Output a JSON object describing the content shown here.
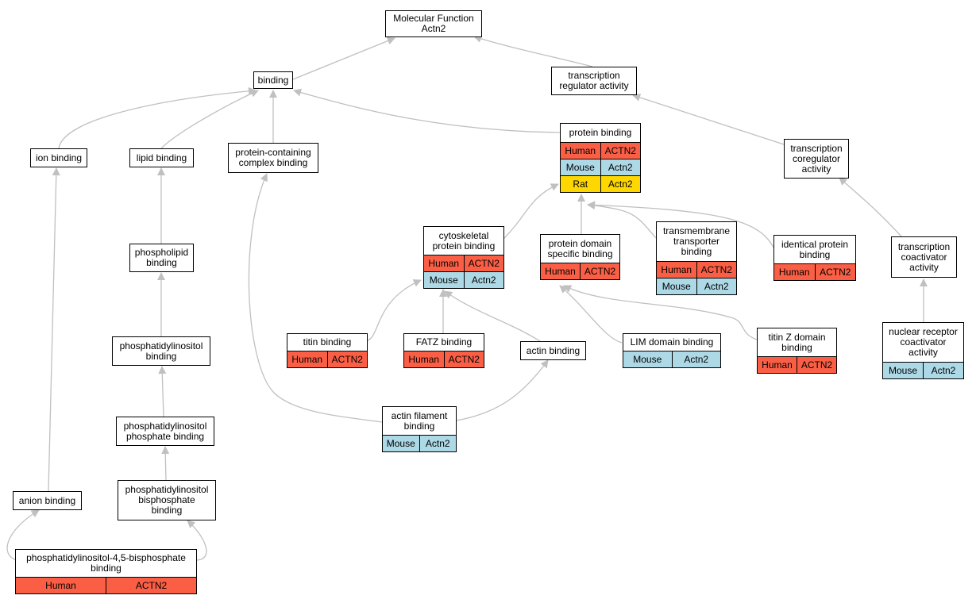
{
  "colors": {
    "Human": "#fa5f46",
    "Mouse": "#add8e6",
    "Rat": "#ffd700",
    "edge": "#c0c0c0"
  },
  "nodes": {
    "mf": {
      "title": "Molecular Function\nActn2",
      "rows": []
    },
    "binding": {
      "title": "binding",
      "rows": []
    },
    "tra": {
      "title": "transcription\nregulator activity",
      "rows": []
    },
    "ion": {
      "title": "ion binding",
      "rows": []
    },
    "lipid": {
      "title": "lipid binding",
      "rows": []
    },
    "pccb": {
      "title": "protein-containing\ncomplex binding",
      "rows": []
    },
    "pb": {
      "title": "protein binding",
      "rows": [
        {
          "species": "Human",
          "gene": "ACTN2"
        },
        {
          "species": "Mouse",
          "gene": "Actn2"
        },
        {
          "species": "Rat",
          "gene": "Actn2"
        }
      ]
    },
    "tcoreg": {
      "title": "transcription\ncoregulator\nactivity",
      "rows": []
    },
    "cyto": {
      "title": "cytoskeletal\nprotein binding",
      "rows": [
        {
          "species": "Human",
          "gene": "ACTN2"
        },
        {
          "species": "Mouse",
          "gene": "Actn2"
        }
      ]
    },
    "pdsb": {
      "title": "protein domain\nspecific binding",
      "rows": [
        {
          "species": "Human",
          "gene": "ACTN2"
        }
      ]
    },
    "tmtb": {
      "title": "transmembrane\ntransporter\nbinding",
      "rows": [
        {
          "species": "Human",
          "gene": "ACTN2"
        },
        {
          "species": "Mouse",
          "gene": "Actn2"
        }
      ]
    },
    "ipb": {
      "title": "identical protein\nbinding",
      "rows": [
        {
          "species": "Human",
          "gene": "ACTN2"
        }
      ]
    },
    "tcoact": {
      "title": "transcription\ncoactivator\nactivity",
      "rows": []
    },
    "phospholipid": {
      "title": "phospholipid\nbinding",
      "rows": []
    },
    "pib": {
      "title": "phosphatidylinositol\nbinding",
      "rows": []
    },
    "titin": {
      "title": "titin binding",
      "rows": [
        {
          "species": "Human",
          "gene": "ACTN2"
        }
      ]
    },
    "fatz": {
      "title": "FATZ binding",
      "rows": [
        {
          "species": "Human",
          "gene": "ACTN2"
        }
      ]
    },
    "actin": {
      "title": "actin binding",
      "rows": []
    },
    "lim": {
      "title": "LIM domain binding",
      "rows": [
        {
          "species": "Mouse",
          "gene": "Actn2"
        }
      ]
    },
    "titinz": {
      "title": "titin Z domain\nbinding",
      "rows": [
        {
          "species": "Human",
          "gene": "ACTN2"
        }
      ]
    },
    "nrca": {
      "title": "nuclear receptor\ncoactivator\nactivity",
      "rows": [
        {
          "species": "Mouse",
          "gene": "Actn2"
        }
      ]
    },
    "pipb": {
      "title": "phosphatidylinositol\nphosphate binding",
      "rows": []
    },
    "afb": {
      "title": "actin filament\nbinding",
      "rows": [
        {
          "species": "Mouse",
          "gene": "Actn2"
        }
      ]
    },
    "anion": {
      "title": "anion binding",
      "rows": []
    },
    "pibpb": {
      "title": "phosphatidylinositol\nbisphosphate\nbinding",
      "rows": []
    },
    "pi45": {
      "title": "phosphatidylinositol-4,5-bisphosphate\nbinding",
      "rows": [
        {
          "species": "Human",
          "gene": "ACTN2"
        }
      ]
    }
  }
}
